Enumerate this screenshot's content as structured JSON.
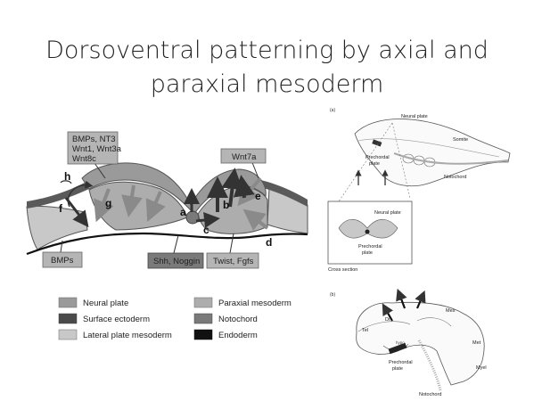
{
  "slide": {
    "title_line1": "Dorsoventral patterning by axial and",
    "title_line2": "paraxial mesoderm"
  },
  "left_diagram": {
    "boxes": {
      "bmps_top": [
        "BMPs, NT3",
        "Wnt1, Wnt3a",
        "Wnt8c"
      ],
      "wnt7a": "Wnt7a",
      "bmps_bottom": "BMPs",
      "shh_noggin": "Shh, Noggin",
      "twist_fgfs": "Twist, Fgfs"
    },
    "arrow_labels": [
      "a",
      "b",
      "c",
      "d",
      "e",
      "f",
      "g",
      "h"
    ]
  },
  "legend": [
    {
      "label": "Neural plate",
      "color": "#9a9a9a"
    },
    {
      "label": "Paraxial mesoderm",
      "color": "#adadad"
    },
    {
      "label": "Surface ectoderm",
      "color": "#4a4a4a"
    },
    {
      "label": "Notochord",
      "color": "#7a7a7a"
    },
    {
      "label": "Lateral plate mesoderm",
      "color": "#c8c8c8"
    },
    {
      "label": "Endoderm",
      "color": "#111111"
    }
  ],
  "right_panel_a": {
    "label": "(a)",
    "neural_plate": "Neural plate",
    "somite": "Somite",
    "prechordal_plate": "Prechordal\nplate",
    "notochord": "Notochord",
    "inset_neural_plate": "Neural plate",
    "inset_prechordal": "Prechordal\nplate",
    "cross_section": "Cross section"
  },
  "right_panel_b": {
    "label": "(b)",
    "tel": "Tel",
    "di": "Di",
    "mes": "Mes",
    "met": "Met",
    "myel": "Myel",
    "hypo": "hypo",
    "prechordal_plate": "Prechordal\nplate",
    "notochord": "Notochord"
  }
}
